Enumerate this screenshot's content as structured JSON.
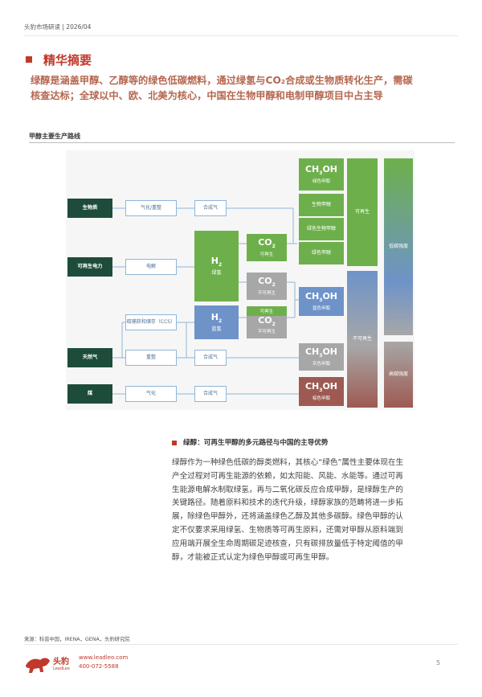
{
  "header": {
    "text": "头豹市场研读 | 2026/04"
  },
  "section": {
    "title": "精华摘要",
    "summary_line1": "绿醇是涵盖甲醇、乙醇等的绿色低碳燃料，通过绿氢与CO₂合成或生物质转化生产，需碳",
    "summary_line2": "核查达标；全球以中、欧、北美为核心，中国在生物甲醇和电制甲醇项目中占主导"
  },
  "figure": {
    "title": "甲醇主要生产路线",
    "sources": [
      "生物质",
      "可再生电力",
      "天然气",
      "煤"
    ],
    "process": {
      "gasify_reform": "气化/重整",
      "syngas1": "合成气",
      "electrolysis": "电解",
      "ccs": "碳捕获和储存（CCS）",
      "reform": "重整",
      "syngas3": "合成气",
      "gasify": "气化",
      "syngas4": "合成气"
    },
    "h2_green": {
      "formula": "H",
      "sub": "2",
      "label": "绿氢"
    },
    "h2_blue": {
      "formula": "H",
      "sub": "2",
      "label": "蓝氢"
    },
    "co2_renew": {
      "formula": "CO",
      "sub": "2",
      "label": "可再生"
    },
    "co2_nonrenew": {
      "formula": "CO",
      "sub": "2",
      "label": "不可再生"
    },
    "co2_split": {
      "top": "可再生",
      "formula": "CO",
      "sub": "2",
      "label": "不可再生"
    },
    "green_methanol": {
      "formula": "CH",
      "sub": "3",
      "tail": "OH",
      "label": "绿色甲醇",
      "items": [
        "生物甲醇",
        "绿色生物甲醇",
        "绿色甲醇"
      ]
    },
    "blue_methanol": {
      "formula": "CH",
      "sub": "3",
      "tail": "OH",
      "label": "蓝色甲醇"
    },
    "gray_methanol": {
      "formula": "CH",
      "sub": "3",
      "tail": "OH",
      "label": "灰色甲醇"
    },
    "brown_methanol": {
      "formula": "CH",
      "sub": "3",
      "tail": "OH",
      "label": "棕色甲醇"
    },
    "renewable_bar": "可再生",
    "nonrenewable_bar": "不可再生",
    "low_carbon": "低碳强度",
    "high_carbon": "高碳强度"
  },
  "side": {
    "title": "绿醇：可再生甲醇的多元路径与中国的主导优势",
    "lines": [
      "绿醇作为一种绿色低碳的醇类燃料，其核心“绿色”属性主要体现在生",
      "产全过程对可再生能源的依赖，如太阳能、风能、水能等。通过可再",
      "生能源电解水制取绿氢，再与二氧化碳反应合成甲醇，是绿醇生产的",
      "关键路径。随着原料和技术的迭代升级，绿醇家族的范畴将进一步拓",
      "展，除绿色甲醇外，还将涵盖绿色乙醇及其他多碳醇。绿色甲醇的认",
      "定不仅要求采用绿氢、生物质等可再生原料，还需对甲醇从原料端到",
      "应用端开展全生命周期碳足迹核查，只有碳排放量低于特定阈值的甲",
      "醇，才能被正式认定为绿色甲醇或可再生甲醇。"
    ]
  },
  "footer": {
    "source": "来源：科普中国，IRENA，GENA，头豹研究院",
    "logo_cn": "头豹",
    "logo_en": "LeadLeo",
    "website": "www.leadleo.com",
    "phone": "400-072-5588",
    "page": "5"
  },
  "colors": {
    "accent": "#c0392b",
    "green": "#6db04b",
    "blue": "#6e93c9",
    "gray": "#a7a7a7",
    "brown": "#9e5a52",
    "dark_green": "#1d4d3a"
  }
}
